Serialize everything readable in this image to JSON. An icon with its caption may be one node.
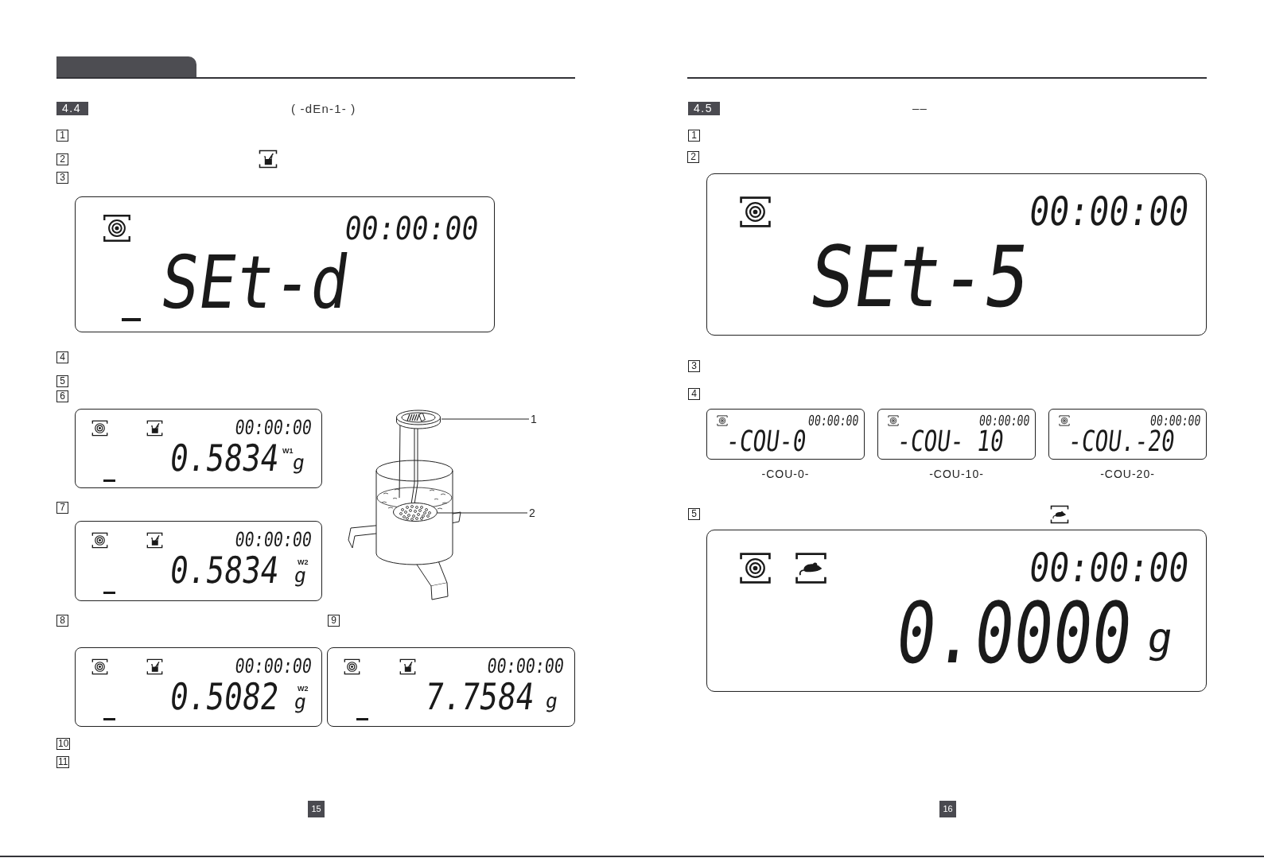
{
  "diagram": {
    "nodes": [
      {
        "text": [
          "00:00:00",
          "SEt-d"
        ]
      },
      {
        "text": [
          "00:00:00",
          "0.5834",
          "W1",
          "g"
        ]
      },
      {
        "text": [
          "00:00:00",
          "0.5834",
          "W2",
          "g"
        ]
      },
      {
        "text": [
          "00:00:00",
          "0.5082",
          "W2",
          "g"
        ]
      },
      {
        "text": [
          "00:00:00",
          "7.7584",
          "g"
        ]
      },
      {
        "text": [],
        "shape": "picture"
      },
      {
        "text": [],
        "shape": "picture"
      },
      {
        "text": [
          "1"
        ]
      },
      {
        "text": [
          "2"
        ]
      },
      {
        "text": [
          "00:00:00",
          "SEt-5"
        ]
      },
      {
        "text": [
          "00:00:00",
          "-COU-0"
        ],
        "beside": [
          "-COU-0-"
        ]
      },
      {
        "text": [
          "00:00:00",
          "-COU- 10"
        ],
        "beside": [
          "-COU-10-"
        ]
      },
      {
        "text": [
          "00:00:00",
          "-COU.-20"
        ],
        "beside": [
          "-COU-20-"
        ]
      },
      {
        "text": [
          "00:00:00",
          "0.0000",
          "g"
        ]
      }
    ],
    "edges": [
      {
        "from": 7,
        "to": 5,
        "arrow": "none"
      },
      {
        "from": 8,
        "to": 6,
        "arrow": "none"
      }
    ],
    "labels": [
      "4.4",
      "( -dEn-1- )",
      "1",
      "2",
      "3",
      "4",
      "5",
      "6",
      "7",
      "8",
      "9",
      "10",
      "11",
      "15",
      "4.5",
      "––",
      "1",
      "2",
      "3",
      "4",
      "5",
      "16"
    ]
  }
}
